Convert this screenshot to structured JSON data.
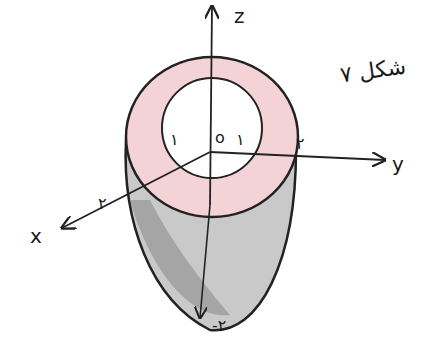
{
  "diagram": {
    "labels": [
      "z",
      "شکل ۷",
      "۱",
      "o",
      "۱",
      "۲",
      "۲",
      "x",
      "y",
      "-۲"
    ]
  }
}
